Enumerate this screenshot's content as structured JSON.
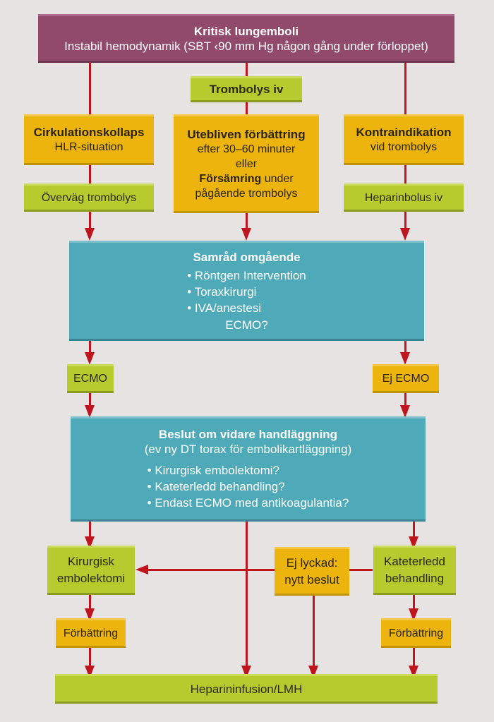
{
  "top": {
    "title": "Kritisk lungemboli",
    "subtitle": "Instabil hemodynamik (SBT ‹90 mm Hg någon gång under förloppet)"
  },
  "thrombolysis": {
    "label": "Trombolys iv"
  },
  "left_col": {
    "collapse_title": "Cirkulationskollaps",
    "collapse_sub": "HLR-situation",
    "consider": "Överväg trombolys"
  },
  "mid_col": {
    "no_improve_title": "Utebliven förbättring",
    "no_improve_line2": "efter 30–60 minuter",
    "or": "eller",
    "worsening_bold": "Försämring",
    "worsening_rest": " under",
    "worsening_line2": "pågående trombolys"
  },
  "right_col": {
    "contra_title": "Kontraindikation",
    "contra_sub": "vid trombolys",
    "heparin_bolus": "Heparinbolus iv"
  },
  "consult": {
    "title": "Samråd omgående",
    "items": [
      "• Röntgen  Intervention",
      "• Toraxkirurgi",
      "• IVA/anestesi"
    ],
    "footer": "ECMO?"
  },
  "ecmo": {
    "yes": "ECMO",
    "no": "Ej ECMO"
  },
  "decision": {
    "title": "Beslut om vidare handläggning",
    "subtitle": "(ev ny DT torax för embolikartläggning)",
    "items": [
      "• Kirurgisk embolektomi?",
      "• Kateterledd behandling?",
      "• Endast ECMO med antikoagulantia?"
    ]
  },
  "bottom": {
    "surgical_l1": "Kirurgisk",
    "surgical_l2": "embolektomi",
    "failed_l1": "Ej lyckad:",
    "failed_l2": "nytt beslut",
    "catheter_l1": "Kateterledd",
    "catheter_l2": "behandling",
    "improve_left": "Förbättring",
    "improve_right": "Förbättring",
    "final": "Heparininfusion/LMH"
  },
  "colors": {
    "purple": "#924a6c",
    "green": "#b8cb2e",
    "yellow": "#ecb40d",
    "teal": "#4ea9b8",
    "arrow": "#c0141f",
    "background": "#e7e3e2"
  }
}
